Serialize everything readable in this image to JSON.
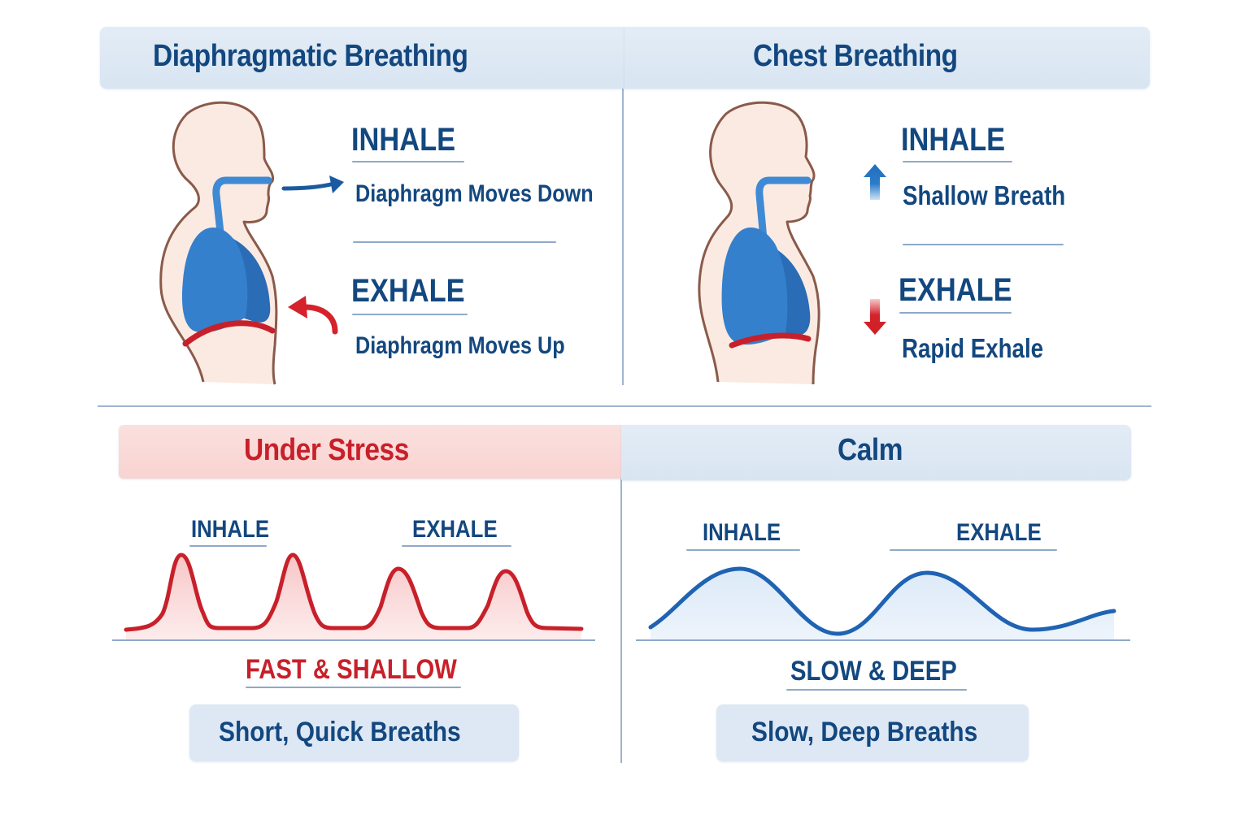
{
  "colors": {
    "navy": "#13477f",
    "red": "#c8202a",
    "blue_header_bg": "#dde8f4",
    "red_header_bg": "#f9d8d6",
    "skin": "#fbe9e0",
    "outline": "#8a5a4a",
    "lung": "#2f74c0",
    "divider": "#9fb4cf"
  },
  "top_left": {
    "title": "Diaphragmatic Breathing",
    "inhale": {
      "label": "INHALE",
      "description": "Diaphragm Moves Down",
      "icon": "arrow-right-icon"
    },
    "exhale": {
      "label": "EXHALE",
      "description": "Diaphragm Moves Up",
      "icon": "curved-arrow-left-icon"
    }
  },
  "top_right": {
    "title": "Chest Breathing",
    "inhale": {
      "label": "INHALE",
      "description": "Shallow Breath",
      "icon": "arrow-up-icon"
    },
    "exhale": {
      "label": "EXHALE",
      "description": "Rapid Exhale",
      "icon": "arrow-down-icon"
    }
  },
  "bottom_left": {
    "title": "Under Stress",
    "inhale_label": "INHALE",
    "exhale_label": "EXHALE",
    "pattern_label": "FAST & SHALLOW",
    "summary": "Short, Quick Breaths"
  },
  "bottom_right": {
    "title": "Calm",
    "inhale_label": "INHALE",
    "exhale_label": "EXHALE",
    "pattern_label": "SLOW & DEEP",
    "summary": "Slow, Deep Breaths"
  }
}
